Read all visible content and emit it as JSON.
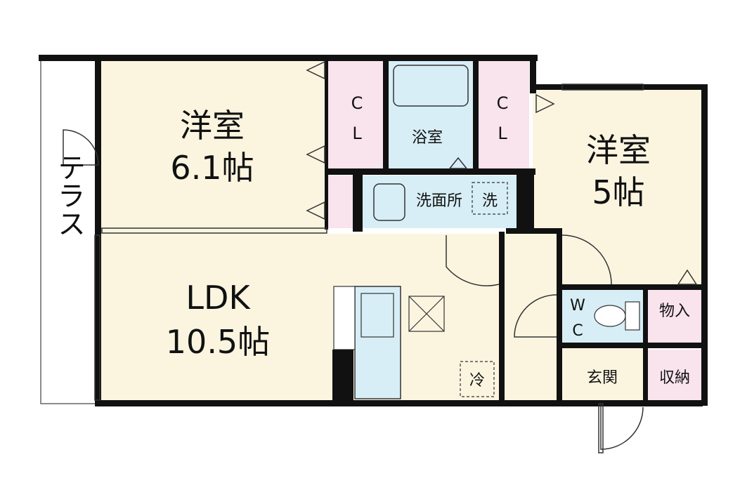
{
  "rooms": {
    "western_room_1": {
      "name": "洋室",
      "size": "6.1帖"
    },
    "western_room_2": {
      "name": "洋室",
      "size": "5帖"
    },
    "ldk": {
      "name": "LDK",
      "size": "10.5帖"
    },
    "bathroom": "浴室",
    "washroom": "洗面所",
    "washer": "洗",
    "fridge": "冷",
    "closet_left": [
      "C",
      "L"
    ],
    "closet_right": [
      "C",
      "L"
    ],
    "wc": [
      "W",
      "C"
    ],
    "storage_small": "物入",
    "entrance": "玄関",
    "storage": "収納",
    "terrace": "テラス"
  },
  "colors": {
    "room_fill": "#fbf5e0",
    "closet_fill": "#f9e3ec",
    "wet_fill": "#d7eef6",
    "terrace_fill": "#ffffff",
    "wall": "#111111"
  }
}
